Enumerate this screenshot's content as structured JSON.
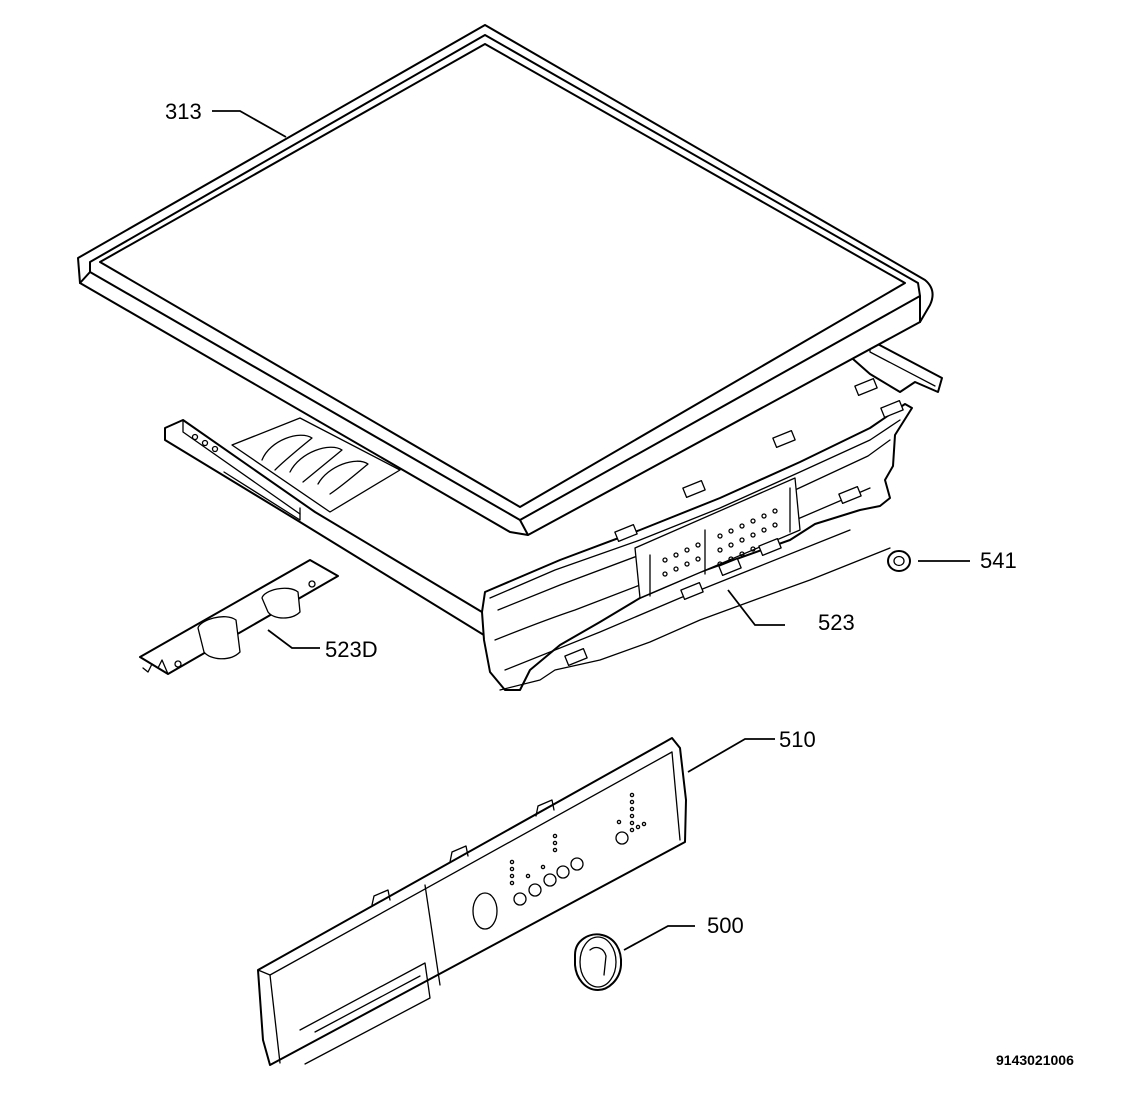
{
  "parts": [
    {
      "id": "313",
      "label": "313"
    },
    {
      "id": "523",
      "label": "523"
    },
    {
      "id": "523D",
      "label": "523D"
    },
    {
      "id": "541",
      "label": "541"
    },
    {
      "id": "510",
      "label": "510"
    },
    {
      "id": "500",
      "label": "500"
    }
  ],
  "document_id": "9143021006"
}
